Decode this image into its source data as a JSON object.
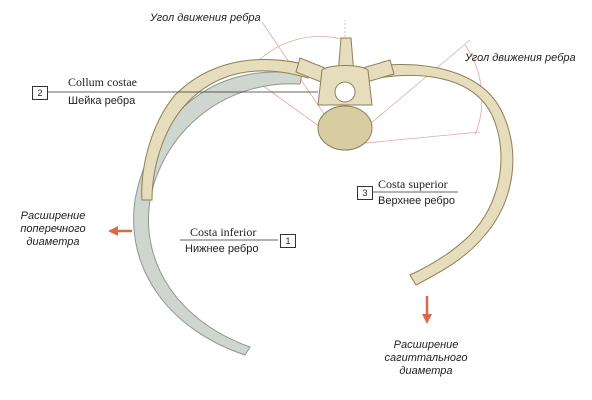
{
  "labels": {
    "angle_top": "Угол движения ребра",
    "angle_right": "Угол движения ребра",
    "collum_num": "2",
    "collum_latin": "Collum costae",
    "collum_ru": "Шейка ребра",
    "superior_num": "3",
    "superior_latin": "Costa superior",
    "superior_ru": "Верхнее ребро",
    "inferior_num": "1",
    "inferior_latin": "Costa inferior",
    "inferior_ru": "Нижнее ребро",
    "transverse": [
      "Расширение",
      "поперечного",
      "диаметра"
    ],
    "sagittal": [
      "Расширение",
      "сагиттального",
      "диаметра"
    ]
  },
  "colors": {
    "bone": "#e6ddbc",
    "bone_shadow": "#b9ab82",
    "lower_rib": "#cfd5cf",
    "arrow": "#d9694a",
    "angle_lines": "#e2a8a0"
  }
}
